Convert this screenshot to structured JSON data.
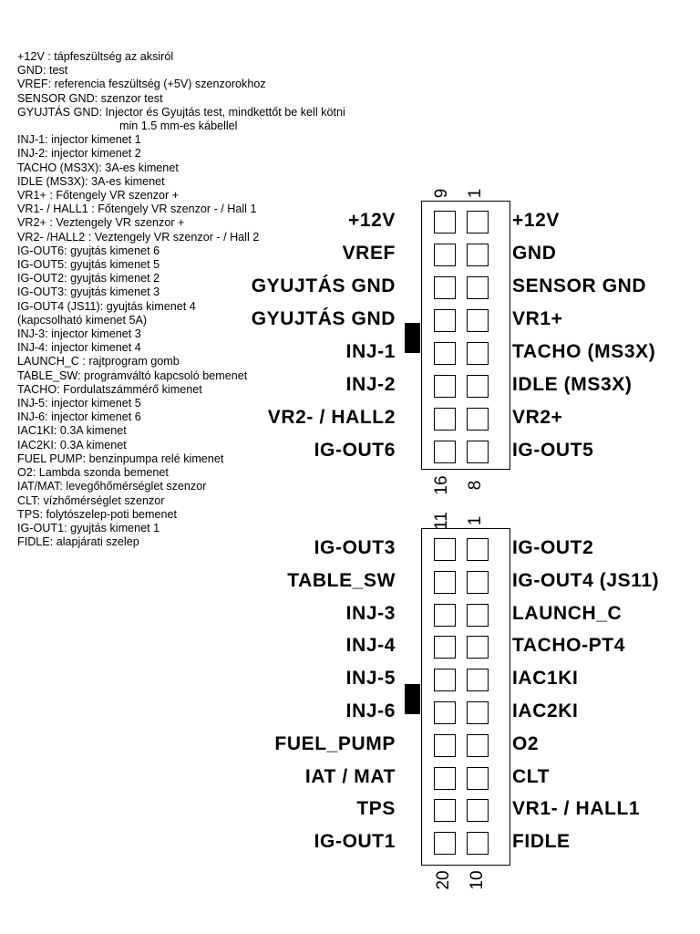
{
  "legend": [
    "+12V : tápfeszültség az aksiról",
    "GND: test",
    "VREF: referencia feszültség (+5V) szenzorokhoz",
    "SENSOR GND: szenzor test",
    "GYUJTÁS GND: Injector és Gyujtás test, mindkettőt be kell kötni",
    "min 1.5 mm-es kábellel",
    "INJ-1: injector kimenet 1",
    "INJ-2: injector kimenet 2",
    "TACHO (MS3X): 3A-es kimenet",
    "IDLE (MS3X): 3A-es kimenet",
    "VR1+ :  Főtengely VR szenzor +",
    "VR1- / HALL1 : Főtengely VR szenzor - / Hall 1",
    "VR2+ : Veztengely VR szenzor +",
    "VR2- /HALL2 : Veztengely VR szenzor - / Hall 2",
    "IG-OUT6: gyujtás kimenet 6",
    "IG-OUT5: gyujtás kimenet 5",
    "IG-OUT2: gyujtás kimenet 2",
    "IG-OUT3: gyujtás kimenet 3",
    "IG-OUT4 (JS11): gyujtás kimenet 4",
    "(kapcsolható kimenet 5A)",
    "INJ-3: injector kimenet 3",
    "INJ-4: injector kimenet 4",
    "LAUNCH_C : rajtprogram gomb",
    "TABLE_SW: programváltó kapcsoló bemenet",
    "TACHO: Fordulatszámmérő kimenet",
    "INJ-5: injector kimenet 5",
    "INJ-6: injector kimenet 6",
    "IAC1KI: 0.3A kimenet",
    "IAC2KI: 0.3A kimenet",
    "FUEL PUMP: benzinpumpa relé kimenet",
    "O2: Lambda szonda bemenet",
    "IAT/MAT: levegőhőmérséglet szenzor",
    "CLT: vízhőmérséglet szenzor",
    "TPS: folytószelep-poti bemenet",
    "IG-OUT1: gyujtás kimenet 1",
    "FIDLE: alapjárati szelep"
  ],
  "connector1": {
    "pin_top_left": "9",
    "pin_top_right": "1",
    "pin_bottom_left": "16",
    "pin_bottom_right": "8",
    "left_labels": [
      "+12V",
      "VREF",
      "GYUJTÁS GND",
      "GYUJTÁS GND",
      "INJ-1",
      "INJ-2",
      "VR2- / HALL2",
      "IG-OUT6"
    ],
    "right_labels": [
      "+12V",
      "GND",
      "SENSOR GND",
      "VR1+",
      "TACHO (MS3X)",
      "IDLE (MS3X)",
      "VR2+",
      "IG-OUT5"
    ]
  },
  "connector2": {
    "pin_top_left": "11",
    "pin_top_right": "1",
    "pin_bottom_left": "20",
    "pin_bottom_right": "10",
    "left_labels": [
      "IG-OUT3",
      "TABLE_SW",
      "INJ-3",
      "INJ-4",
      "INJ-5",
      "INJ-6",
      "FUEL_PUMP",
      "IAT / MAT",
      "TPS",
      "IG-OUT1"
    ],
    "right_labels": [
      "IG-OUT2",
      "IG-OUT4 (JS11)",
      "LAUNCH_C",
      "TACHO-PT4",
      "IAC1KI",
      "IAC2KI",
      "O2",
      "CLT",
      "VR1- / HALL1",
      "FIDLE"
    ]
  }
}
